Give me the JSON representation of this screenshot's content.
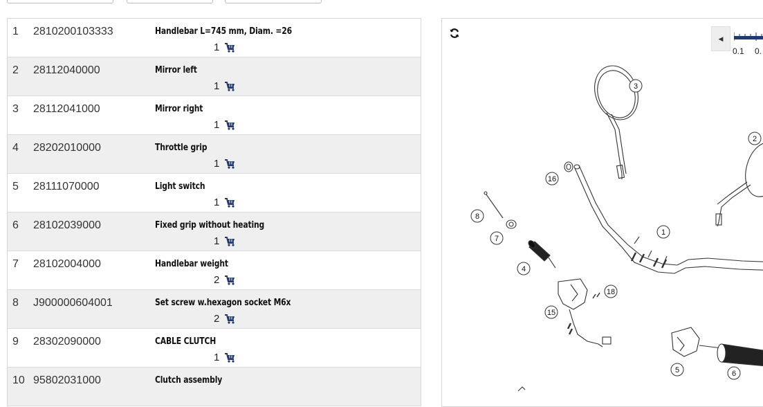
{
  "parts": [
    {
      "pos": "1",
      "number": "2810200103333",
      "description": "Handlebar L=745 mm, Diam. =26",
      "qty": "1"
    },
    {
      "pos": "2",
      "number": "28112040000",
      "description": "Mirror left",
      "qty": "1"
    },
    {
      "pos": "3",
      "number": "28112041000",
      "description": "Mirror right",
      "qty": "1"
    },
    {
      "pos": "4",
      "number": "28202010000",
      "description": "Throttle grip",
      "qty": "1"
    },
    {
      "pos": "5",
      "number": "28111070000",
      "description": "Light switch",
      "qty": "1"
    },
    {
      "pos": "6",
      "number": "28102039000",
      "description": "Fixed grip without heating",
      "qty": "1"
    },
    {
      "pos": "7",
      "number": "28102004000",
      "description": "Handlebar weight",
      "qty": "2"
    },
    {
      "pos": "8",
      "number": "J900000604001",
      "description": "Set screw w.hexagon socket M6x",
      "qty": "2"
    },
    {
      "pos": "9",
      "number": "28302090000",
      "description": "CABLE CLUTCH",
      "qty": "1"
    },
    {
      "pos": "10",
      "number": "95802031000",
      "description": "Clutch assembly",
      "qty": ""
    }
  ],
  "viewer": {
    "scale_labels": [
      "0.1",
      "0."
    ],
    "callouts": [
      "1",
      "2",
      "3",
      "4",
      "5",
      "6",
      "7",
      "8",
      "15",
      "16",
      "18"
    ]
  },
  "colors": {
    "cart": "#1f3a6e",
    "scale": "#1f3a6e",
    "row_alt": "#efefef"
  },
  "icons": {
    "refresh": "refresh-icon",
    "cart": "cart-icon",
    "zoom_prev": "caret-left-icon"
  }
}
